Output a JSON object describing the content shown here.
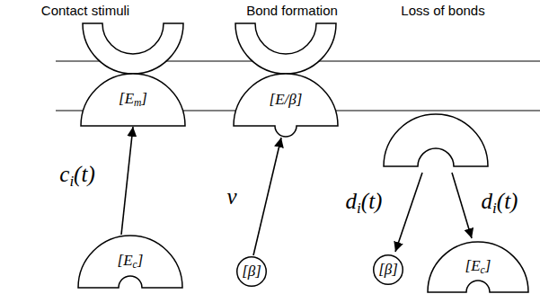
{
  "diagram": {
    "nodes": [
      {
        "text": [
          "[Em]"
        ]
      },
      {
        "text": [
          "[Ec]"
        ]
      },
      {
        "text": [
          "[E/β]"
        ]
      },
      {
        "text": [
          "[β]"
        ]
      },
      {
        "text": [
          "[β]"
        ]
      },
      {
        "text": [
          "[Ec]"
        ]
      }
    ],
    "edges": [
      {
        "from": 1,
        "to": 0,
        "arrow": "to",
        "label": "ci(t)"
      },
      {
        "from": 3,
        "to": 2,
        "arrow": "to",
        "label": "ν"
      }
    ],
    "labels": [
      "Contact stimuli",
      "Bond formation",
      "Loss of bonds",
      "di(t)",
      "di(t)"
    ]
  }
}
